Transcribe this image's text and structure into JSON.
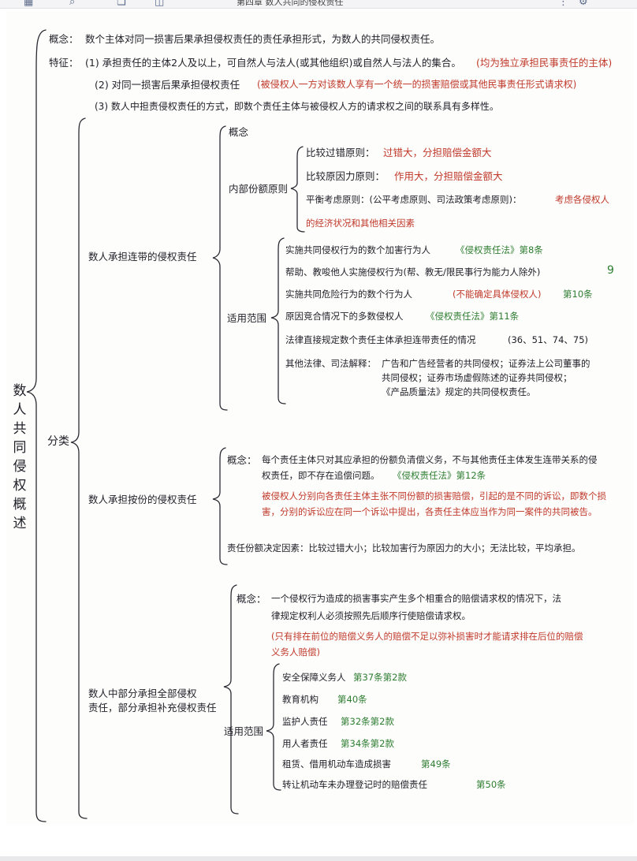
{
  "toolbar": {
    "title": "第四章 数人共同的侵权责任",
    "icons": [
      "grid-icon",
      "search-icon",
      "bookmark-icon",
      "share-icon",
      "more-icon",
      "settings-icon"
    ]
  },
  "note": {
    "root": "数人共同侵权概述",
    "concept_label": "概念：",
    "concept_text": "数个主体对同一损害后果承担侵权责任的责任承担形式，为数人的共同侵权责任。",
    "features_label": "特征：",
    "feature1": "(1) 承担责任的主体2人及以上，可自然人与法人(或其他组织)或自然人与法人的集合。",
    "feature1_note": "(均为独立承担民事责任的主体)",
    "feature2": "(2) 对同一损害后果承担侵权责任",
    "feature2_note": "(被侵权人一方对该数人享有一个统一的损害赔偿或其他民事责任形式请求权)",
    "feature3": "(3) 数人中担责侵权责任的方式，即数个责任主体与被侵权人方的请求权之间的联系具有多样性。",
    "classify_label": "分类",
    "joint": {
      "label": "数人承担连带的侵权责任",
      "concept": "概念",
      "internal_label": "内部份额原则",
      "rule1": "比较过错原则：",
      "rule1_note": "过错大，分担赔偿金额大",
      "rule2": "比较原因力原则：",
      "rule2_note": "作用大，分担赔偿金额大",
      "rule3": "平衡考虑原则：(公平考虑原则、司法政策考虑原则)：",
      "rule3_note1": "考虑各侵权人",
      "rule3_note2": "的经济状况和其他相关因素",
      "scope_label": "适用范围",
      "s1": "实施共同侵权行为的数个加害行为人",
      "s1_ref": "《侵权责任法》第8条",
      "s2": "帮助、教唆他人实施侵权行为(帮、教无/限民事行为能力人除外)",
      "s2_ref": "9",
      "s3": "实施共同危险行为的数个行为人",
      "s3_note": "(不能确定具体侵权人)",
      "s3_ref": "第10条",
      "s4": "原因竞合情况下的多数侵权人",
      "s4_ref": "《侵权责任法》第11条",
      "s5": "法律直接规定数个责任主体承担连带责任的情况",
      "s5_ref": "(36、51、74、75)",
      "s6_label": "其他法律、司法解释：",
      "s6_l1": "广告和广告经营者的共同侵权；证券法上公司董事的",
      "s6_l2": "共同侵权；证券市场虚假陈述的证券共同侵权；",
      "s6_l3": "《产品质量法》规定的共同侵权责任。"
    },
    "share": {
      "label": "数人承担按份的侵权责任",
      "concept_label": "概念：",
      "concept1": "每个责任主体只对其应承担的份额负清偿义务，不与其他责任主体发生连带关系的侵",
      "concept2": "权责任，即不存在追偿问题。",
      "concept2_ref": "《侵权责任法》第12条",
      "note1": "被侵权人分别向各责任主体主张不同份额的损害赔偿，引起的是不同的诉讼，即数个损",
      "note2": "害，分别的诉讼应在同一个诉讼中提出，各责任主体应当作为同一案件的共同被告。",
      "factors": "责任份额决定因素：比较过错大小；比较加害行为原因力的大小；无法比较，平均承担。"
    },
    "partial": {
      "label1": "数人中部分承担全部侵权",
      "label2": "责任，部分承担补充侵权责任",
      "concept_label": "概念：",
      "concept1": "一个侵权行为造成的损害事实产生多个相重合的赔偿请求权的情况下，法",
      "concept2": "律规定权利人必须按照先后顺序行使赔偿请求权。",
      "note1": "(只有排在前位的赔偿义务人的赔偿不足以弥补损害时才能请求排在后位的赔偿",
      "note2": "义务人赔偿)",
      "scope_label": "适用范围",
      "items": [
        {
          "text": "安全保障义务人",
          "ref": "第37条第2款"
        },
        {
          "text": "教育机构",
          "ref": "第40条"
        },
        {
          "text": "监护人责任",
          "ref": "第32条第2款"
        },
        {
          "text": "用人者责任",
          "ref": "第34条第2款"
        },
        {
          "text": "租赁、借用机动车造成损害",
          "ref": "第49条"
        },
        {
          "text": "转让机动车未办理登记时的赔偿责任",
          "ref": "第50条"
        }
      ]
    }
  }
}
